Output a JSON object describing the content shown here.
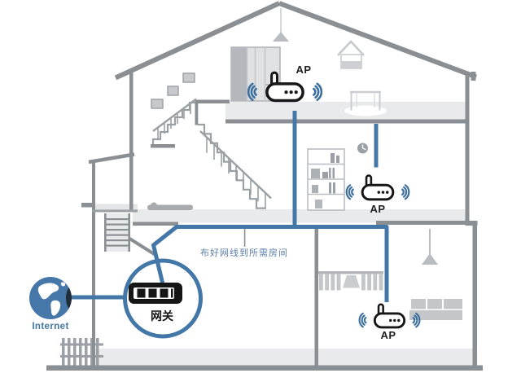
{
  "diagram": {
    "internet": {
      "label": "Internet"
    },
    "gateway": {
      "label": "网关"
    },
    "ap_labels": [
      "AP",
      "AP",
      "AP"
    ],
    "cable_note": "布好网线到所需房间",
    "colors": {
      "cable_blue": "#4377a8",
      "wifi_blue": "#3d6f9e",
      "structure_gray": "#8a8f93",
      "floor_gray": "#e9eaeb",
      "furniture_gray": "#c3c7ca",
      "note_blue": "#5b7ea7",
      "icon_black": "#161616",
      "globe_blue": "#4677a9"
    }
  }
}
